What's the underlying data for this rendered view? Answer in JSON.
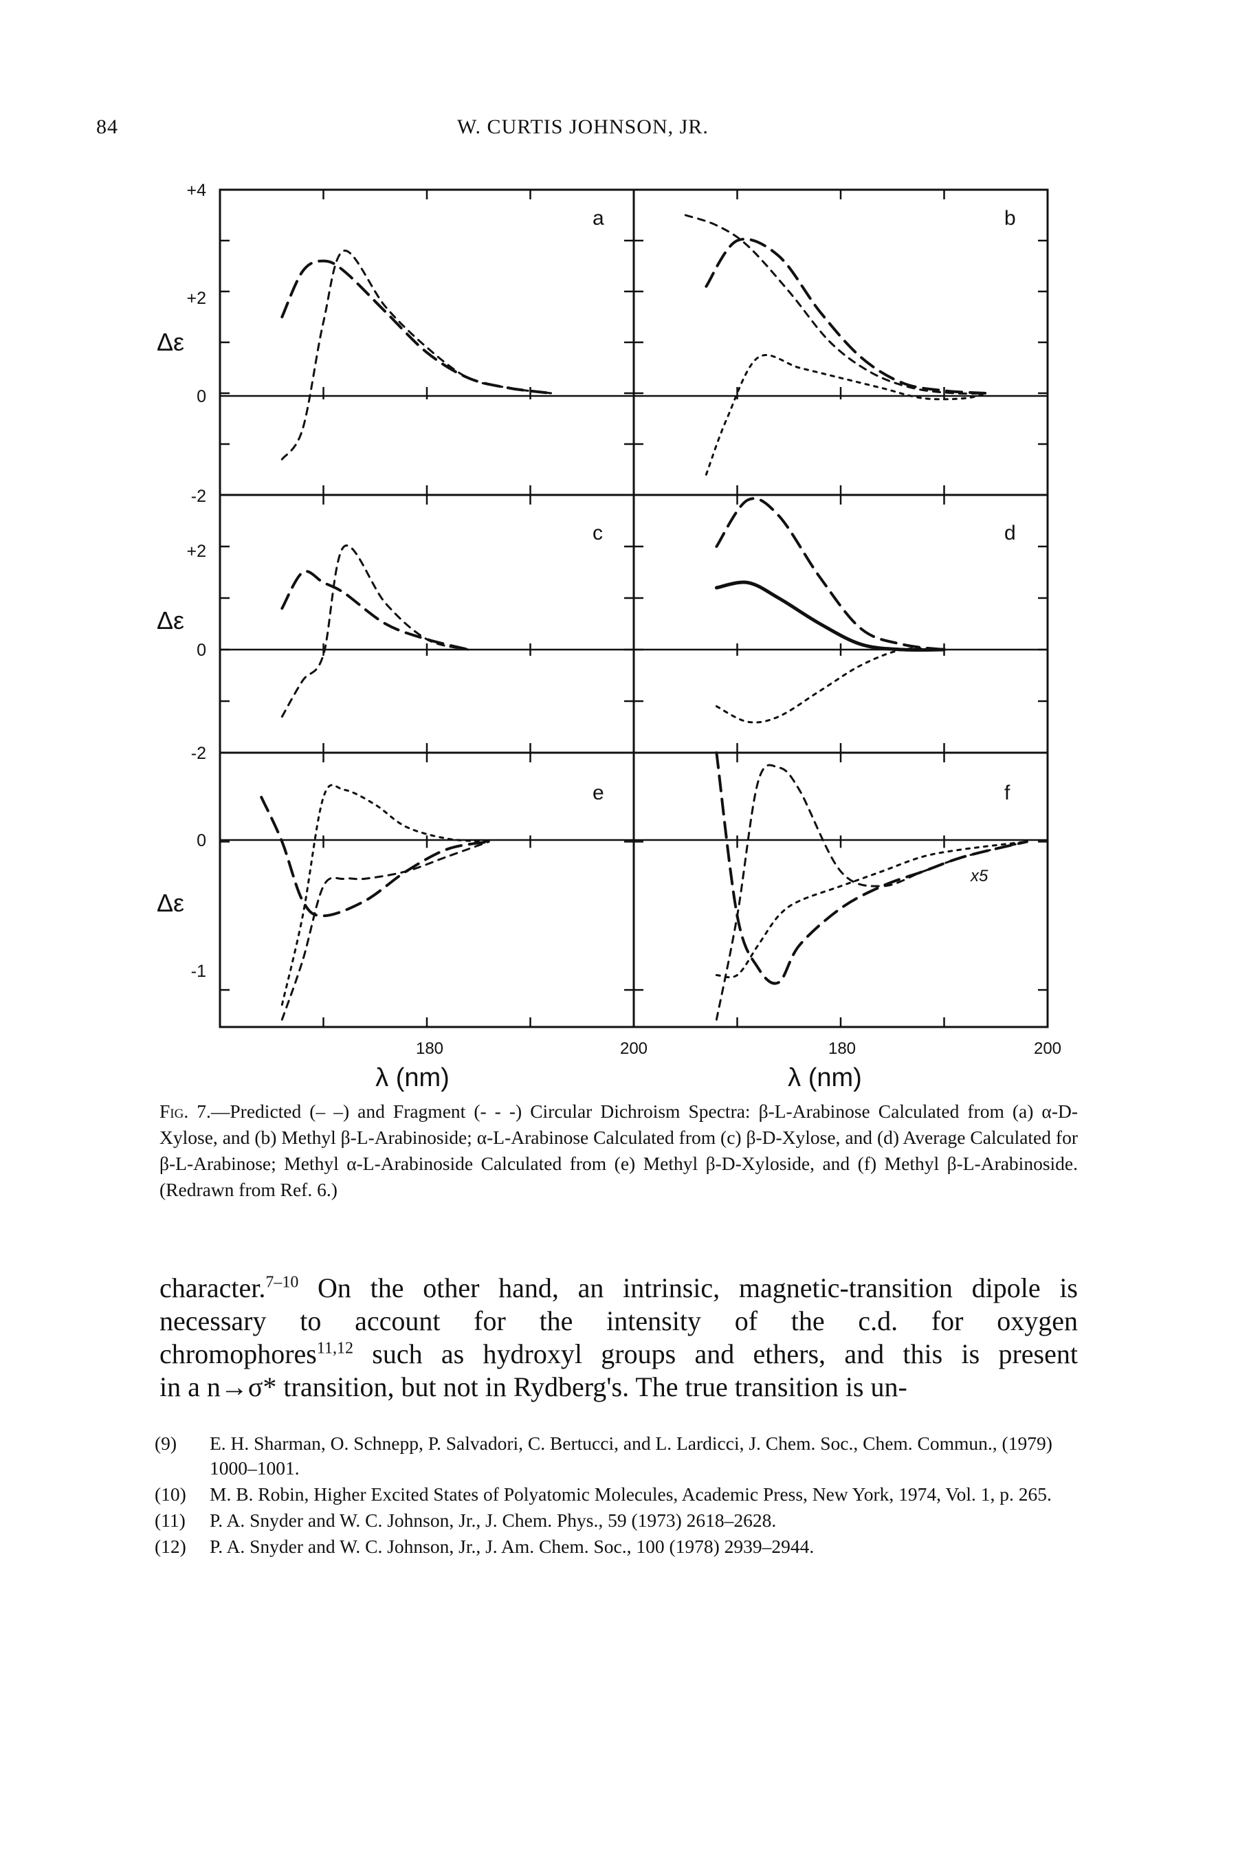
{
  "header": {
    "page_number": "84",
    "running_head": "W. CURTIS JOHNSON, JR."
  },
  "figure": {
    "y_axis_label": "Δε",
    "x_axis_label": "λ (nm)",
    "x_tick_labels": {
      "t180": "180",
      "t200": "200"
    },
    "y_tick_labels": {
      "row1": [
        "+4",
        "+2",
        "0",
        "-2"
      ],
      "row2": [
        "+2",
        "0",
        "-2"
      ],
      "row3": [
        "0",
        "-1"
      ]
    },
    "panel_labels": [
      "a",
      "b",
      "c",
      "d",
      "e",
      "f"
    ],
    "scale_annotation": "x5"
  },
  "chart_data": [
    {
      "type": "line",
      "panel": "a",
      "xlabel": "λ (nm)",
      "ylabel": "Δε",
      "ylim": [
        -2,
        4
      ],
      "xlim": [
        160,
        200
      ],
      "series": [
        {
          "style": "dashed",
          "x": [
            166,
            168,
            170,
            172,
            176,
            180,
            184,
            188,
            192
          ],
          "y": [
            1.5,
            2.4,
            2.6,
            2.4,
            1.6,
            0.8,
            0.3,
            0.1,
            0.0
          ]
        },
        {
          "style": "dot-dash",
          "x": [
            166,
            168,
            170,
            172,
            176,
            180,
            184,
            188,
            192
          ],
          "y": [
            -1.3,
            -0.7,
            1.4,
            2.8,
            1.7,
            0.9,
            0.3,
            0.1,
            0.0
          ]
        }
      ]
    },
    {
      "type": "line",
      "panel": "b",
      "xlabel": "λ (nm)",
      "ylabel": "Δε",
      "ylim": [
        -2,
        4
      ],
      "xlim": [
        160,
        200
      ],
      "series": [
        {
          "style": "dashed",
          "x": [
            167,
            170,
            174,
            178,
            182,
            186,
            190,
            194
          ],
          "y": [
            2.1,
            3.0,
            2.7,
            1.6,
            0.7,
            0.2,
            0.05,
            0.0
          ]
        },
        {
          "style": "dot-dash",
          "x": [
            165,
            168,
            171,
            175,
            179,
            183,
            187,
            191,
            194
          ],
          "y": [
            3.5,
            3.3,
            2.9,
            2.0,
            1.0,
            0.4,
            0.1,
            0.0,
            0.0
          ]
        },
        {
          "style": "dotted",
          "x": [
            167,
            169,
            172,
            176,
            180,
            184,
            188,
            192,
            194
          ],
          "y": [
            -1.6,
            -0.5,
            0.7,
            0.5,
            0.3,
            0.1,
            -0.1,
            -0.1,
            0.0
          ]
        }
      ]
    },
    {
      "type": "line",
      "panel": "c",
      "xlabel": "λ (nm)",
      "ylabel": "Δε",
      "ylim": [
        -2,
        3
      ],
      "xlim": [
        160,
        200
      ],
      "series": [
        {
          "style": "dashed",
          "x": [
            166,
            168,
            170,
            172,
            176,
            180,
            184
          ],
          "y": [
            0.8,
            1.5,
            1.3,
            1.1,
            0.5,
            0.2,
            0.0
          ]
        },
        {
          "style": "dot-dash",
          "x": [
            166,
            168,
            170,
            172,
            176,
            180,
            184
          ],
          "y": [
            -1.3,
            -0.6,
            -0.1,
            2.0,
            0.9,
            0.2,
            0.0
          ]
        }
      ]
    },
    {
      "type": "line",
      "panel": "d",
      "xlabel": "λ (nm)",
      "ylabel": "Δε",
      "ylim": [
        -2,
        3
      ],
      "xlim": [
        160,
        200
      ],
      "series": [
        {
          "style": "solid",
          "x": [
            168,
            171,
            174,
            178,
            182,
            186,
            190
          ],
          "y": [
            1.2,
            1.3,
            1.0,
            0.5,
            0.1,
            0.0,
            0.0
          ]
        },
        {
          "style": "dashed",
          "x": [
            168,
            171,
            174,
            178,
            182,
            186,
            190
          ],
          "y": [
            2.0,
            2.9,
            2.6,
            1.4,
            0.4,
            0.1,
            0.0
          ]
        },
        {
          "style": "dotted",
          "x": [
            168,
            171,
            174,
            178,
            182,
            186,
            190
          ],
          "y": [
            -1.1,
            -1.4,
            -1.3,
            -0.8,
            -0.3,
            0.0,
            0.0
          ]
        }
      ]
    },
    {
      "type": "line",
      "panel": "e",
      "xlabel": "λ (nm)",
      "ylabel": "Δε",
      "ylim": [
        -1.25,
        0.6
      ],
      "xlim": [
        160,
        200
      ],
      "series": [
        {
          "style": "dashed",
          "x": [
            164,
            166,
            168,
            170,
            174,
            178,
            182,
            186
          ],
          "y": [
            0.3,
            0.0,
            -0.4,
            -0.5,
            -0.4,
            -0.2,
            -0.05,
            0.0
          ]
        },
        {
          "style": "dot-dash",
          "x": [
            166,
            168,
            170,
            172,
            174,
            178,
            182,
            186
          ],
          "y": [
            -1.2,
            -0.8,
            -0.3,
            -0.25,
            -0.25,
            -0.2,
            -0.1,
            0.0
          ]
        },
        {
          "style": "dotted",
          "x": [
            166,
            168,
            170,
            172,
            175,
            178,
            182,
            186
          ],
          "y": [
            -1.1,
            -0.5,
            0.3,
            0.35,
            0.25,
            0.1,
            0.02,
            0.0
          ]
        }
      ]
    },
    {
      "type": "line",
      "panel": "f",
      "xlabel": "λ (nm)",
      "ylabel": "Δε",
      "ylim": [
        -1.25,
        0.6
      ],
      "xlim": [
        160,
        200
      ],
      "series": [
        {
          "style": "dashed",
          "x": [
            168,
            170,
            172,
            174,
            176,
            180,
            184,
            188,
            192,
            198
          ],
          "y": [
            0.6,
            -0.5,
            -0.85,
            -0.95,
            -0.7,
            -0.45,
            -0.3,
            -0.2,
            -0.1,
            0.0
          ]
        },
        {
          "style": "dot-dash",
          "x": [
            168,
            170,
            172,
            174,
            176,
            180,
            184,
            188,
            192,
            198
          ],
          "y": [
            -1.2,
            -0.5,
            0.4,
            0.5,
            0.35,
            -0.2,
            -0.3,
            -0.2,
            -0.1,
            0.0
          ]
        },
        {
          "style": "dotted",
          "x": [
            168,
            170,
            172,
            174,
            176,
            180,
            184,
            188,
            192,
            198
          ],
          "y": [
            -0.9,
            -0.9,
            -0.7,
            -0.5,
            -0.4,
            -0.3,
            -0.2,
            -0.1,
            -0.05,
            0.0
          ]
        }
      ]
    }
  ],
  "caption": {
    "label": "Fig. 7.",
    "text": "—Predicted (– –) and Fragment (- - -) Circular Dichroism Spectra: β-L-Arabinose Calculated from (a) α-D-Xylose, and (b) Methyl β-L-Arabinoside; α-L-Arabinose Calculated from (c) β-D-Xylose, and (d) Average Calculated for β-L-Arabinose; Methyl α-L-Arabinoside Calculated from (e) Methyl β-D-Xyloside, and (f) Methyl β-L-Arabinoside. (Redrawn from Ref. 6.)"
  },
  "body": {
    "line1_a": "character.",
    "line1_sup": "7–10",
    "line1_b": " On the other hand, an intrinsic, magnetic-transition dipole is",
    "line2": "necessary to account for the intensity of the c.d. for oxygen",
    "line3_a": "chromophores",
    "line3_sup": "11,12",
    "line3_b": " such as hydroxyl groups and ethers, and this is present",
    "line4": "in a n→σ* transition, but not in Rydberg's. The true transition is un-"
  },
  "references": [
    {
      "num": "(9)",
      "text": "E. H. Sharman, O. Schnepp, P. Salvadori, C. Bertucci, and L. Lardicci, J. Chem. Soc., Chem. Commun., (1979) 1000–1001."
    },
    {
      "num": "(10)",
      "text": "M. B. Robin, Higher Excited States of Polyatomic Molecules, Academic Press, New York, 1974, Vol. 1, p. 265."
    },
    {
      "num": "(11)",
      "text": "P. A. Snyder and W. C. Johnson, Jr., J. Chem. Phys., 59 (1973) 2618–2628."
    },
    {
      "num": "(12)",
      "text": "P. A. Snyder and W. C. Johnson, Jr., J. Am. Chem. Soc., 100 (1978) 2939–2944."
    }
  ]
}
